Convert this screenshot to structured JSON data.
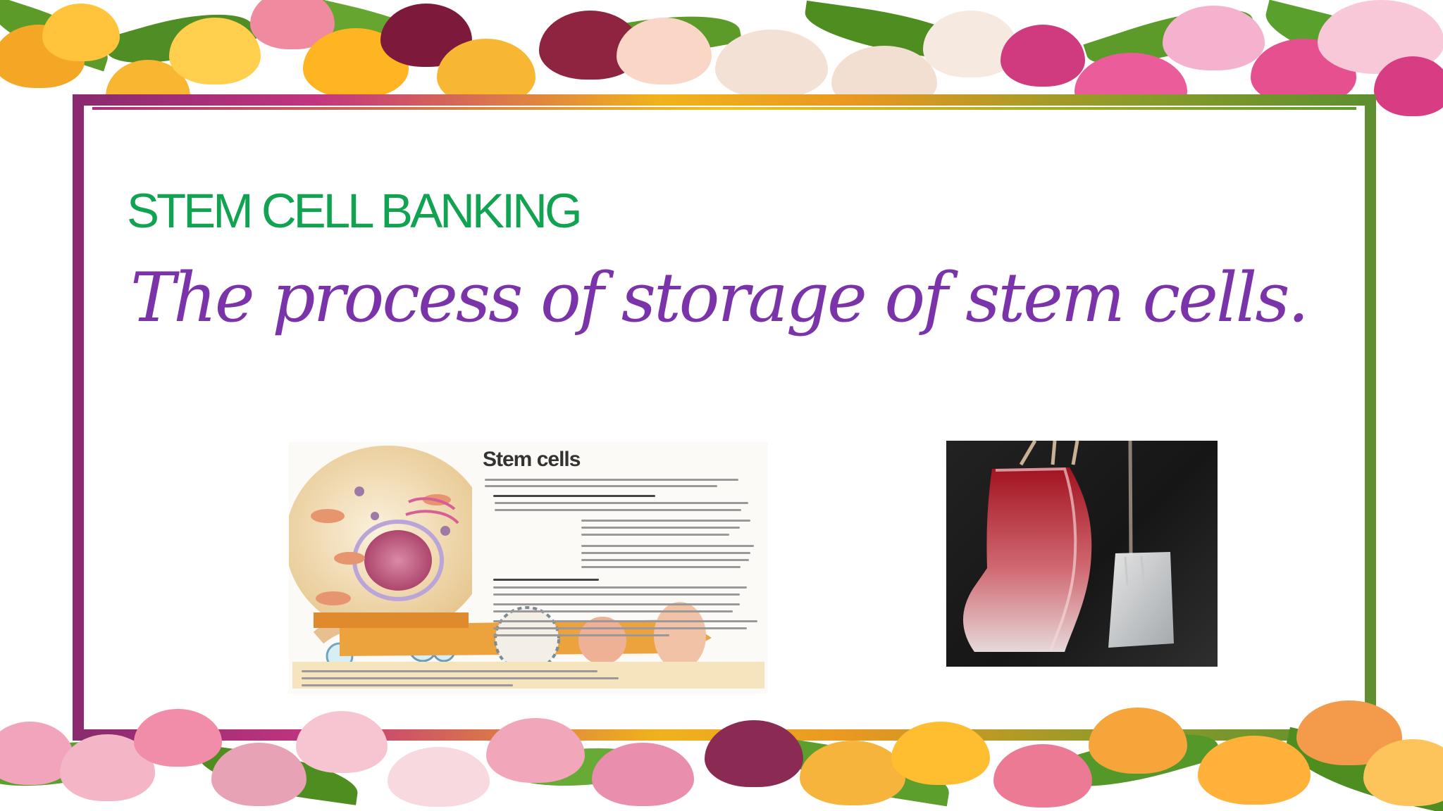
{
  "slide": {
    "title": "STEM CELL BANKING",
    "subtitle": "The process of storage of stem cells."
  },
  "poster": {
    "heading": "Stem cells"
  },
  "colors": {
    "title_green": "#11a351",
    "subtitle_purple": "#7a33a8",
    "frame_magenta": "#c2347f",
    "frame_gold": "#f0b31c",
    "frame_green": "#5f8f2e",
    "blood_red": "#b21d24"
  },
  "icons": {
    "flower_border": "tulip-flower-border",
    "blood_bag": "blood-bag-image",
    "diagram": "stem-cell-diagram-image"
  }
}
